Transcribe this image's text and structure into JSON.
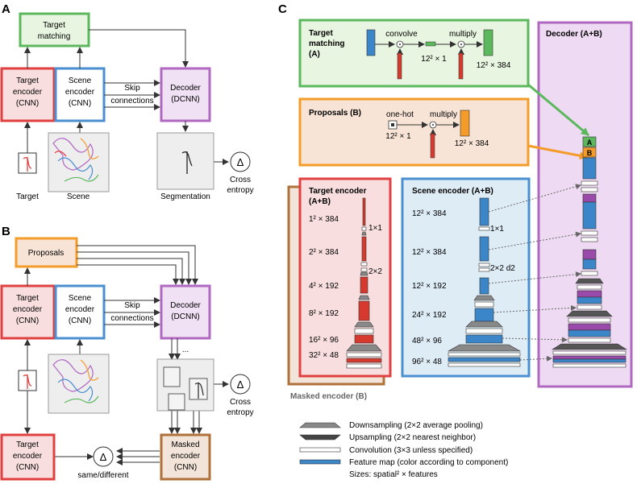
{
  "panel_labels": {
    "a": "A",
    "b": "B",
    "c": "C"
  },
  "panel_a": {
    "target_matching_l1": "Target",
    "target_matching_l2": "matching",
    "target_encoder": [
      "Target",
      "encoder",
      "(CNN)"
    ],
    "scene_encoder": [
      "Scene",
      "encoder",
      "(CNN)"
    ],
    "decoder": [
      "Decoder",
      "(DCNN)"
    ],
    "skip": [
      "Skip",
      "connections"
    ],
    "target_label": "Target",
    "scene_label": "Scene",
    "segmentation_label": "Segmentation",
    "delta": "Δ",
    "loss": [
      "Cross",
      "entropy"
    ]
  },
  "panel_b": {
    "proposals": "Proposals",
    "target_encoder": [
      "Target",
      "encoder",
      "(CNN)"
    ],
    "scene_encoder": [
      "Scene",
      "encoder",
      "(CNN)"
    ],
    "decoder": [
      "Decoder",
      "(DCNN)"
    ],
    "skip": [
      "Skip",
      "connections"
    ],
    "ellipsis": "...",
    "delta": "Δ",
    "loss": [
      "Cross",
      "entropy"
    ],
    "target_encoder2": [
      "Target",
      "encoder",
      "(CNN)"
    ],
    "masked_encoder": [
      "Masked",
      "encoder",
      "(CNN)"
    ],
    "delta2": "Δ",
    "same_different": "same/different"
  },
  "panel_c": {
    "tm_title": [
      "Target",
      "matching",
      "(A)"
    ],
    "convolve": "convolve",
    "multiply": "multiply",
    "tm_size1": "12² × 1",
    "tm_size2": "12² × 384",
    "prop_title": "Proposals (B)",
    "onehot": "one-hot",
    "multiply2": "multiply",
    "prop_size1": "12² × 1",
    "prop_size2": "12² × 384",
    "decoder_title": "Decoder (A+B)",
    "decoder_marker_a": "A",
    "decoder_marker_b": "B",
    "te_title": [
      "Target encoder",
      "(A+B)"
    ],
    "te_sizes": [
      "1² × 384",
      "2² × 384",
      "4² × 192",
      "8² × 192",
      "16² × 96",
      "32² × 48"
    ],
    "te_ops": [
      "1×1",
      "2×2"
    ],
    "se_title": "Scene encoder (A+B)",
    "se_sizes": [
      "12² × 384",
      "12² × 384",
      "12² × 192",
      "24² × 192",
      "48² × 96",
      "96² × 48"
    ],
    "se_ops": [
      "1×1",
      "2×2 d2"
    ],
    "masked_label": "Masked encoder (B)"
  },
  "legend": {
    "items": [
      "Downsampling (2×2 average pooling)",
      "Upsampling (2×2 nearest neighbor)",
      "Convolution (3×3 unless specified)",
      "Feature map (color according to component)",
      "Sizes: spatial² × features"
    ]
  },
  "colors": {
    "target_encoder": "#e04040",
    "scene_encoder": "#4a8fd0",
    "decoder": "#b068c0",
    "target_matching": "#5cb85c",
    "proposals": "#f39c2a",
    "masked": "#b0703a",
    "feature_blue": "#3a86c8",
    "feature_red": "#d63a2e",
    "feature_purple": "#9a4aa8"
  }
}
